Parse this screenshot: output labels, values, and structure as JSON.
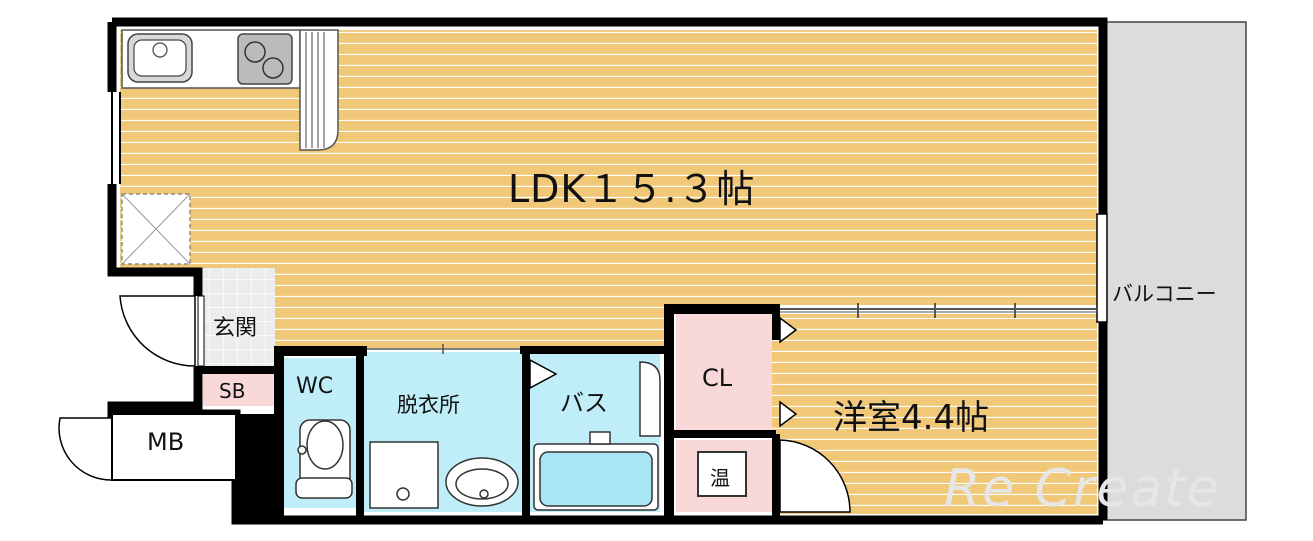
{
  "rooms": {
    "ldk": "LDK１５.３帖",
    "yoshitsu": "洋室4.4帖",
    "genkan": "玄関",
    "sb": "SB",
    "mb": "MB",
    "wc": "WC",
    "datsuijo": "脱衣所",
    "bath": "バス",
    "cl": "CL",
    "on": "温",
    "balcony": "バルコニー"
  },
  "watermark": "Re Create",
  "colors": {
    "floor": "#f0c878",
    "floor_line": "#ffffff",
    "wall": "#000000",
    "wet_area": "#bfeef8",
    "storage": "#f8d8d8",
    "balcony": "#dcdcdc",
    "entry_tile": "#e8e8e8"
  }
}
